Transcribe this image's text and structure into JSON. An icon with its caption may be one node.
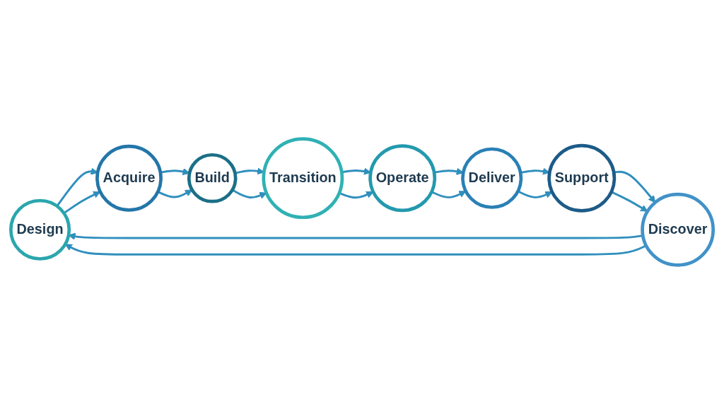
{
  "diagram": {
    "nodes": [
      {
        "text": [
          "Design"
        ]
      },
      {
        "text": [
          "Acquire"
        ]
      },
      {
        "text": [
          "Build"
        ]
      },
      {
        "text": [
          "Transition"
        ]
      },
      {
        "text": [
          "Operate"
        ]
      },
      {
        "text": [
          "Deliver"
        ]
      },
      {
        "text": [
          "Support"
        ]
      },
      {
        "text": [
          "Discover"
        ]
      }
    ],
    "edges": [
      {
        "from": 0,
        "to": 1,
        "arrow": "to"
      },
      {
        "from": 0,
        "to": 1,
        "arrow": "to"
      },
      {
        "from": 1,
        "to": 2,
        "arrow": "to"
      },
      {
        "from": 1,
        "to": 2,
        "arrow": "to"
      },
      {
        "from": 2,
        "to": 3,
        "arrow": "to"
      },
      {
        "from": 2,
        "to": 3,
        "arrow": "to"
      },
      {
        "from": 3,
        "to": 4,
        "arrow": "to"
      },
      {
        "from": 3,
        "to": 4,
        "arrow": "to"
      },
      {
        "from": 4,
        "to": 5,
        "arrow": "to"
      },
      {
        "from": 4,
        "to": 5,
        "arrow": "to"
      },
      {
        "from": 5,
        "to": 6,
        "arrow": "to"
      },
      {
        "from": 5,
        "to": 6,
        "arrow": "to"
      },
      {
        "from": 6,
        "to": 7,
        "arrow": "to"
      },
      {
        "from": 6,
        "to": 7,
        "arrow": "to"
      },
      {
        "from": 7,
        "to": 0,
        "arrow": "to"
      },
      {
        "from": 7,
        "to": 0,
        "arrow": "to"
      }
    ]
  }
}
